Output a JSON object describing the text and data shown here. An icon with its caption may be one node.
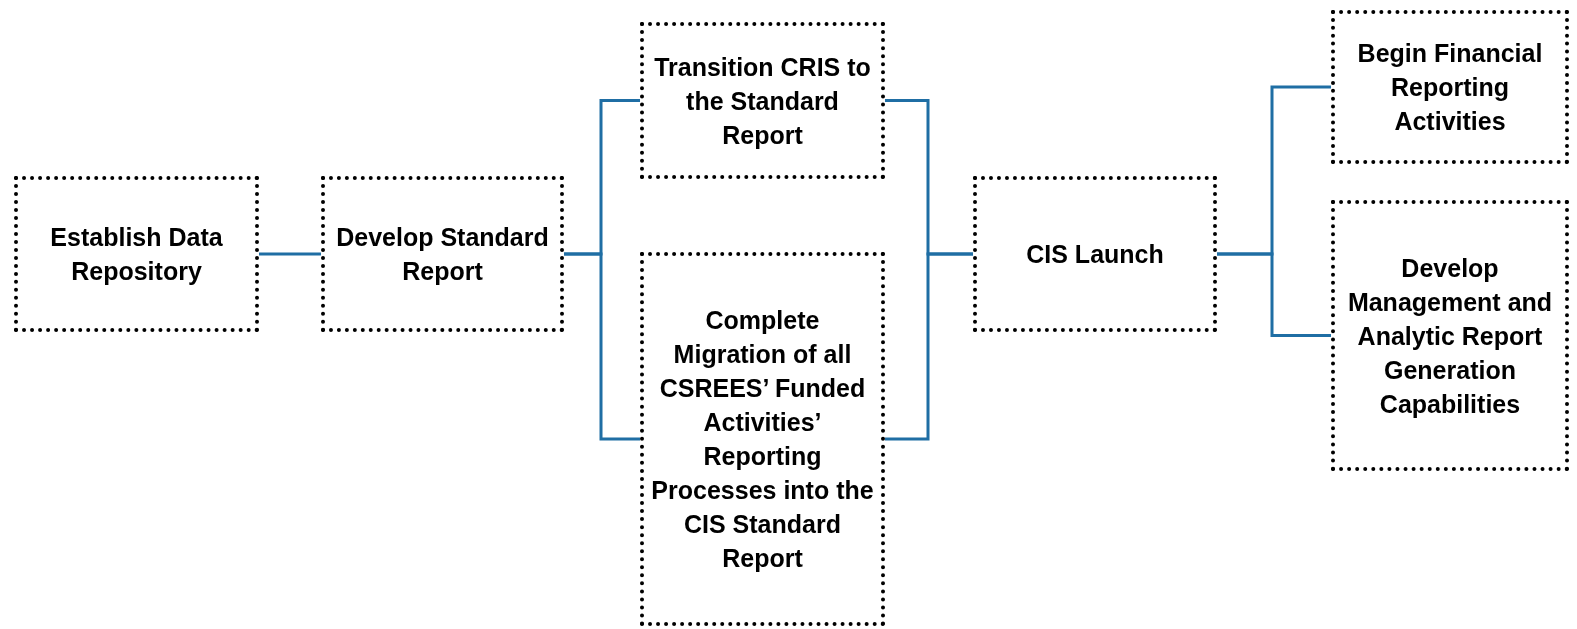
{
  "diagram": {
    "nodes": [
      {
        "text": [
          "Establish Data Repository"
        ]
      },
      {
        "text": [
          "Develop Standard Report"
        ]
      },
      {
        "text": [
          "Transition CRIS to the Standard Report"
        ]
      },
      {
        "text": [
          "Complete Migration of all CSREES’ Funded Activities’ Reporting Processes into the CIS Standard Report"
        ]
      },
      {
        "text": [
          "CIS Launch"
        ]
      },
      {
        "text": [
          "Begin Financial Reporting Activities"
        ]
      },
      {
        "text": [
          "Develop Management and Analytic Report Generation Capabilities"
        ]
      }
    ],
    "edges": [
      {
        "from": 0,
        "to": 1,
        "arrow": "none"
      },
      {
        "from": 1,
        "to": 2,
        "arrow": "none"
      },
      {
        "from": 1,
        "to": 3,
        "arrow": "none"
      },
      {
        "from": 2,
        "to": 4,
        "arrow": "none"
      },
      {
        "from": 3,
        "to": 4,
        "arrow": "none"
      },
      {
        "from": 4,
        "to": 5,
        "arrow": "none"
      },
      {
        "from": 4,
        "to": 6,
        "arrow": "none"
      }
    ]
  }
}
